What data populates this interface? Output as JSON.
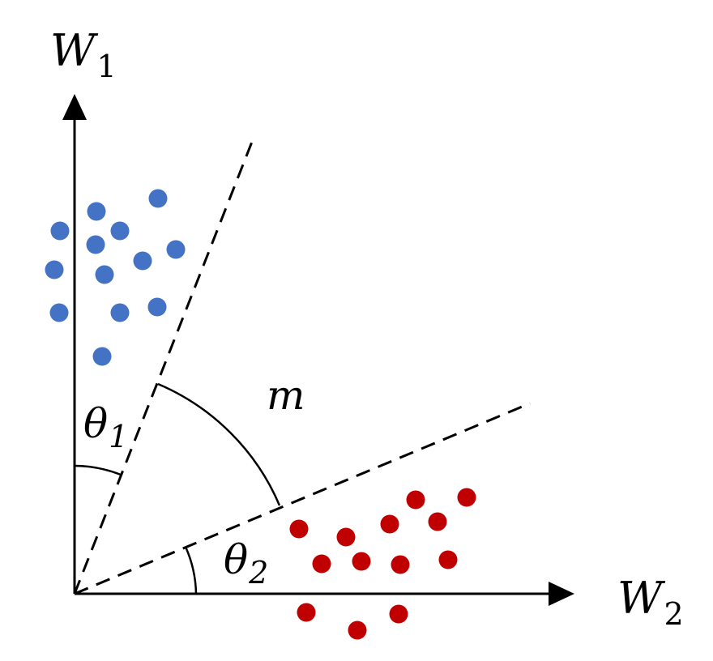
{
  "labels": {
    "y_axis_var": "W",
    "y_axis_sub": "1",
    "x_axis_var": "W",
    "x_axis_sub": "2",
    "margin": "m",
    "theta1_var": "θ",
    "theta1_sub": "1",
    "theta2_var": "θ",
    "theta2_sub": "2"
  },
  "colors": {
    "class1": "#4472C4",
    "class2": "#C00000",
    "axis": "#000000"
  }
}
